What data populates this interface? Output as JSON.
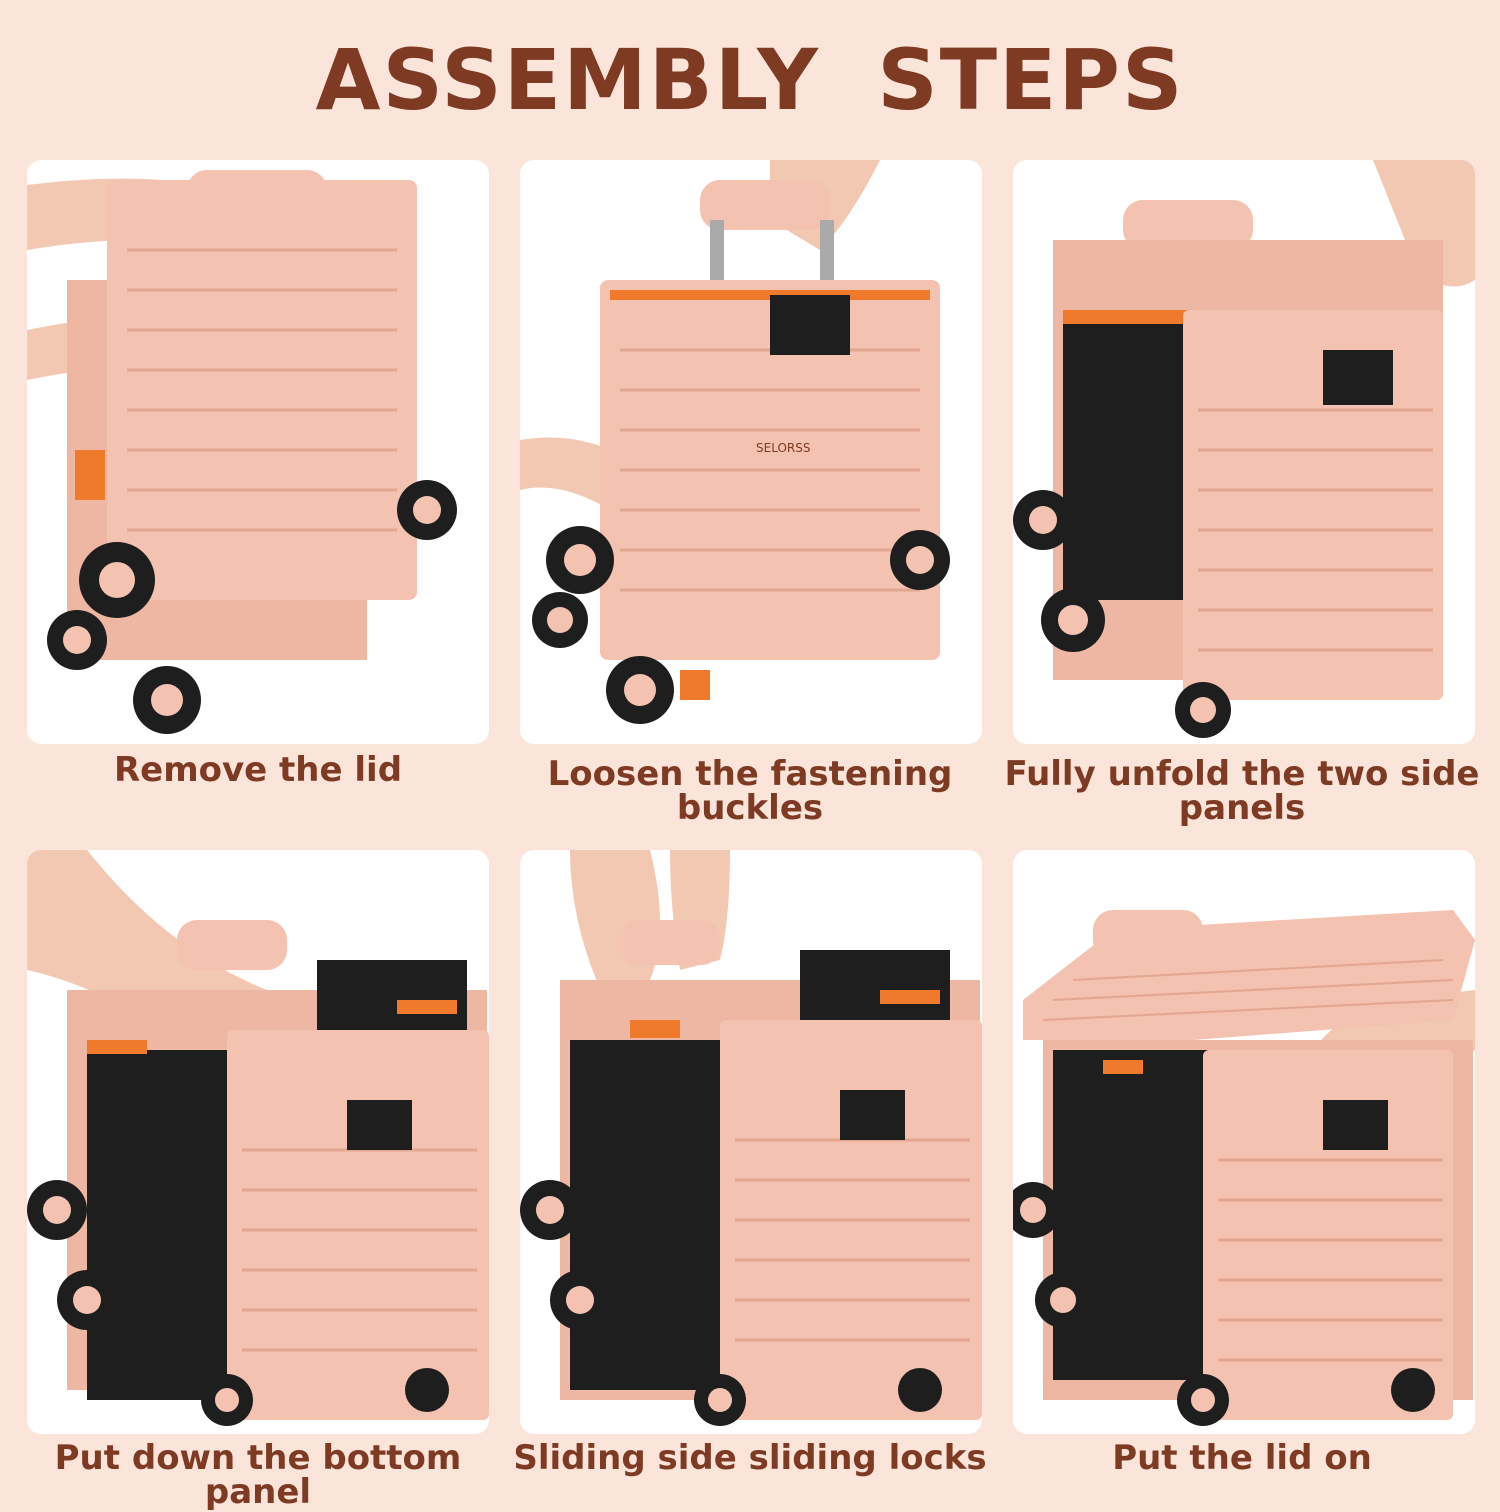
{
  "title": "ASSEMBLY  STEPS",
  "steps": [
    {
      "caption": "Remove the lid"
    },
    {
      "caption": "Loosen the fastening buckles"
    },
    {
      "caption": "Fully unfold the two side panels"
    },
    {
      "caption": "Put down the bottom panel"
    },
    {
      "caption": "Sliding side sliding locks"
    },
    {
      "caption": "Put the lid on"
    }
  ],
  "brand_label": "SELORSS",
  "colors": {
    "background": "#fbe5db",
    "title": "#7e3a23",
    "cart_pink": "#f3c2b0",
    "cart_dark": "#1e1e1e",
    "buckle_orange": "#f07a2c"
  }
}
